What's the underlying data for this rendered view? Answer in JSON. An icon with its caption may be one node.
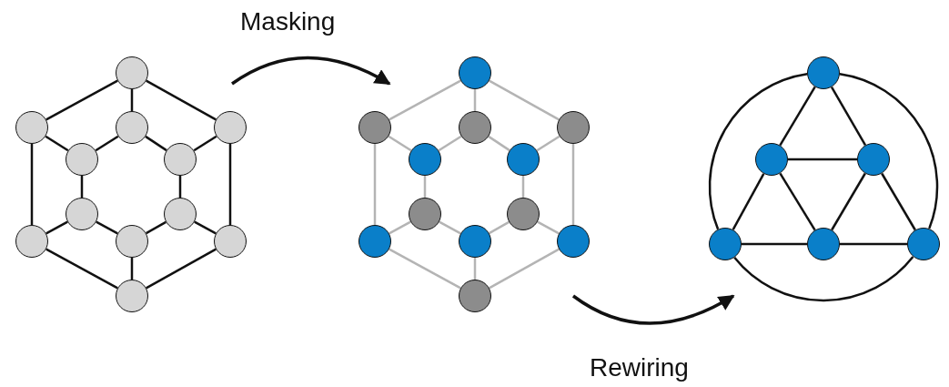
{
  "diagram": {
    "nodes": [
      {
        "text": [],
        "shape": "circle"
      },
      {
        "text": [],
        "shape": "circle"
      },
      {
        "text": [],
        "shape": "circle"
      },
      {
        "text": [],
        "shape": "circle"
      },
      {
        "text": [],
        "shape": "circle"
      },
      {
        "text": [],
        "shape": "circle"
      },
      {
        "text": [],
        "shape": "circle"
      },
      {
        "text": [],
        "shape": "circle"
      },
      {
        "text": [],
        "shape": "circle"
      },
      {
        "text": [],
        "shape": "circle"
      },
      {
        "text": [],
        "shape": "circle"
      },
      {
        "text": [],
        "shape": "circle"
      },
      {
        "text": [],
        "shape": "circle"
      },
      {
        "text": [],
        "shape": "circle"
      },
      {
        "text": [],
        "shape": "circle"
      },
      {
        "text": [],
        "shape": "circle"
      },
      {
        "text": [],
        "shape": "circle"
      },
      {
        "text": [],
        "shape": "circle"
      },
      {
        "text": [],
        "shape": "circle"
      },
      {
        "text": [],
        "shape": "circle"
      },
      {
        "text": [],
        "shape": "circle"
      },
      {
        "text": [],
        "shape": "circle"
      },
      {
        "text": [],
        "shape": "circle"
      },
      {
        "text": [],
        "shape": "circle"
      },
      {
        "text": [],
        "shape": "circle"
      },
      {
        "text": [],
        "shape": "circle"
      },
      {
        "text": [],
        "shape": "circle"
      },
      {
        "text": [],
        "shape": "circle"
      },
      {
        "text": [],
        "shape": "circle"
      },
      {
        "text": [],
        "shape": "circle"
      }
    ],
    "edges": [
      {
        "from": 0,
        "to": 1,
        "arrow": "none"
      },
      {
        "from": 0,
        "to": 3,
        "arrow": "none"
      },
      {
        "from": 0,
        "to": 2,
        "arrow": "none"
      },
      {
        "from": 1,
        "to": 8,
        "arrow": "none"
      },
      {
        "from": 3,
        "to": 10,
        "arrow": "none"
      },
      {
        "from": 8,
        "to": 11,
        "arrow": "none"
      },
      {
        "from": 10,
        "to": 11,
        "arrow": "none"
      },
      {
        "from": 2,
        "to": 4,
        "arrow": "none"
      },
      {
        "from": 2,
        "to": 5,
        "arrow": "none"
      },
      {
        "from": 4,
        "to": 6,
        "arrow": "none"
      },
      {
        "from": 5,
        "to": 7,
        "arrow": "none"
      },
      {
        "from": 6,
        "to": 9,
        "arrow": "none"
      },
      {
        "from": 7,
        "to": 9,
        "arrow": "none"
      },
      {
        "from": 1,
        "to": 4,
        "arrow": "none"
      },
      {
        "from": 3,
        "to": 5,
        "arrow": "none"
      },
      {
        "from": 8,
        "to": 6,
        "arrow": "none"
      },
      {
        "from": 10,
        "to": 7,
        "arrow": "none"
      },
      {
        "from": 11,
        "to": 9,
        "arrow": "none"
      },
      {
        "from": 12,
        "to": 13,
        "arrow": "none",
        "color": "#b4b4b4"
      },
      {
        "from": 12,
        "to": 15,
        "arrow": "none",
        "color": "#b4b4b4"
      },
      {
        "from": 12,
        "to": 14,
        "arrow": "none",
        "color": "#b4b4b4"
      },
      {
        "from": 13,
        "to": 20,
        "arrow": "none",
        "color": "#b4b4b4"
      },
      {
        "from": 15,
        "to": 22,
        "arrow": "none",
        "color": "#b4b4b4"
      },
      {
        "from": 20,
        "to": 23,
        "arrow": "none",
        "color": "#b4b4b4"
      },
      {
        "from": 22,
        "to": 23,
        "arrow": "none",
        "color": "#b4b4b4"
      },
      {
        "from": 14,
        "to": 16,
        "arrow": "none",
        "color": "#b4b4b4"
      },
      {
        "from": 14,
        "to": 17,
        "arrow": "none",
        "color": "#b4b4b4"
      },
      {
        "from": 16,
        "to": 18,
        "arrow": "none",
        "color": "#b4b4b4"
      },
      {
        "from": 17,
        "to": 19,
        "arrow": "none",
        "color": "#b4b4b4"
      },
      {
        "from": 18,
        "to": 21,
        "arrow": "none",
        "color": "#b4b4b4"
      },
      {
        "from": 19,
        "to": 21,
        "arrow": "none",
        "color": "#b4b4b4"
      },
      {
        "from": 13,
        "to": 16,
        "arrow": "none",
        "color": "#b4b4b4"
      },
      {
        "from": 15,
        "to": 17,
        "arrow": "none",
        "color": "#b4b4b4"
      },
      {
        "from": 20,
        "to": 18,
        "arrow": "none",
        "color": "#b4b4b4"
      },
      {
        "from": 22,
        "to": 19,
        "arrow": "none",
        "color": "#b4b4b4"
      },
      {
        "from": 23,
        "to": 21,
        "arrow": "none",
        "color": "#b4b4b4"
      },
      {
        "from": 24,
        "to": 25,
        "arrow": "none"
      },
      {
        "from": 24,
        "to": 26,
        "arrow": "none"
      },
      {
        "from": 25,
        "to": 26,
        "arrow": "none"
      },
      {
        "from": 25,
        "to": 27,
        "arrow": "none"
      },
      {
        "from": 25,
        "to": 28,
        "arrow": "none"
      },
      {
        "from": 26,
        "to": 28,
        "arrow": "none"
      },
      {
        "from": 26,
        "to": 29,
        "arrow": "none"
      },
      {
        "from": 27,
        "to": 28,
        "arrow": "none"
      },
      {
        "from": 28,
        "to": 29,
        "arrow": "none"
      },
      {
        "from": 24,
        "to": 27,
        "arrow": "none"
      },
      {
        "from": 24,
        "to": 29,
        "arrow": "none"
      },
      {
        "from": 27,
        "to": 29,
        "arrow": "none"
      }
    ],
    "labels": [
      "Masking",
      "Rewiring"
    ]
  }
}
